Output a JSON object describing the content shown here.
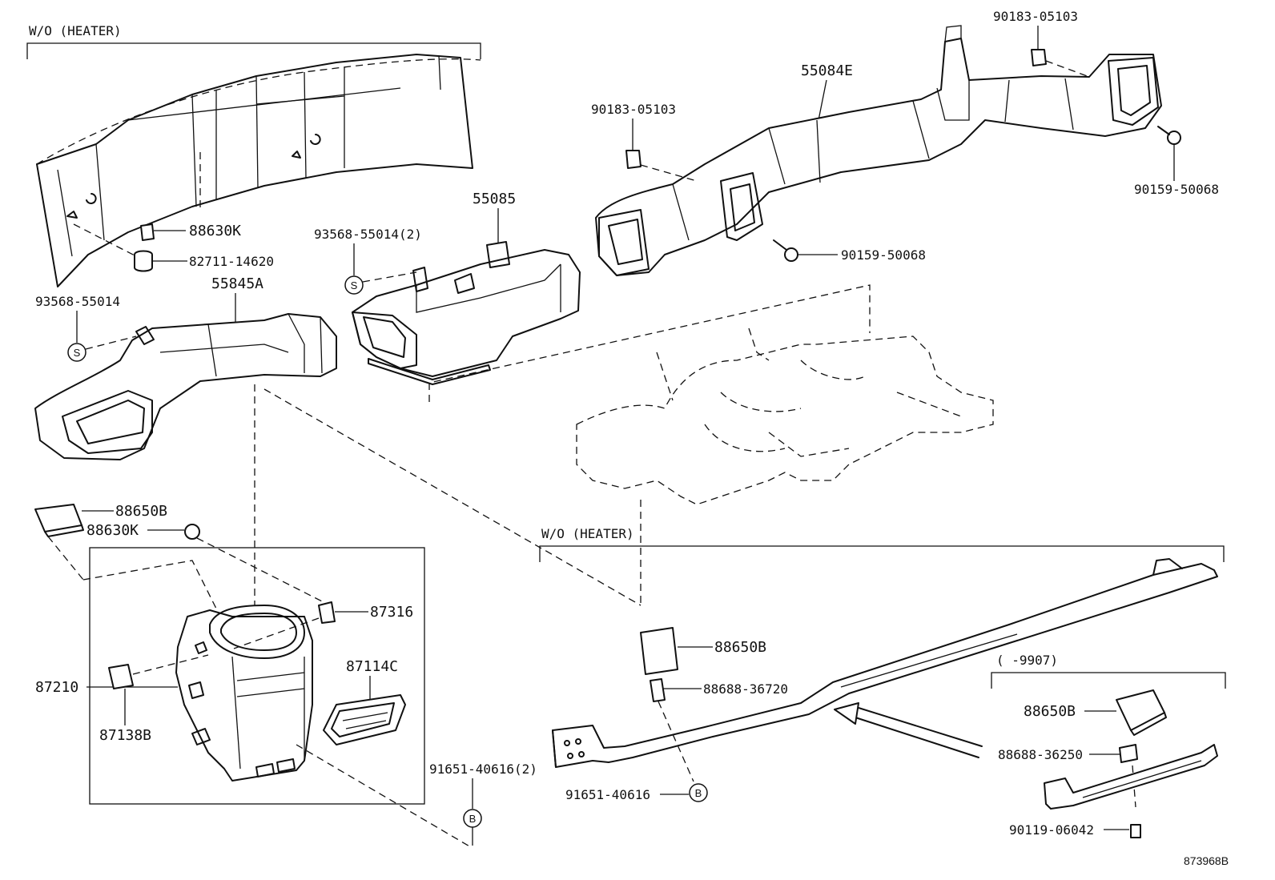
{
  "diagram": {
    "headings": {
      "wo_heater_top": "W/O (HEATER)",
      "wo_heater_bottom": "W/O (HEATER)",
      "range_9907": "(      -9907)"
    },
    "parts": {
      "p90183_05103_top": "90183-05103",
      "p55084e": "55084E",
      "p90183_05103_mid": "90183-05103",
      "p90159_50068_right": "90159-50068",
      "p90159_50068_center": "90159-50068",
      "p55085": "55085",
      "p93568_55014_2": "93568-55014(2)",
      "p88630k_top": "88630K",
      "p82711_14620": "82711-14620",
      "p55845a": "55845A",
      "p93568_55014": "93568-55014",
      "p88650b_left": "88650B",
      "p88630k_left": "88630K",
      "p87316": "87316",
      "p87114c": "87114C",
      "p87210": "87210",
      "p87138b": "87138B",
      "p91651_40616_2": "91651-40616(2)",
      "p88650b_center": "88650B",
      "p88688_36720": "88688-36720",
      "p91651_40616": "91651-40616",
      "p88650b_right": "88650B",
      "p88688_36250": "88688-36250",
      "p90119_06042": "90119-06042"
    },
    "symbols": {
      "s": "S",
      "b": "B"
    },
    "reference": "873968B"
  }
}
